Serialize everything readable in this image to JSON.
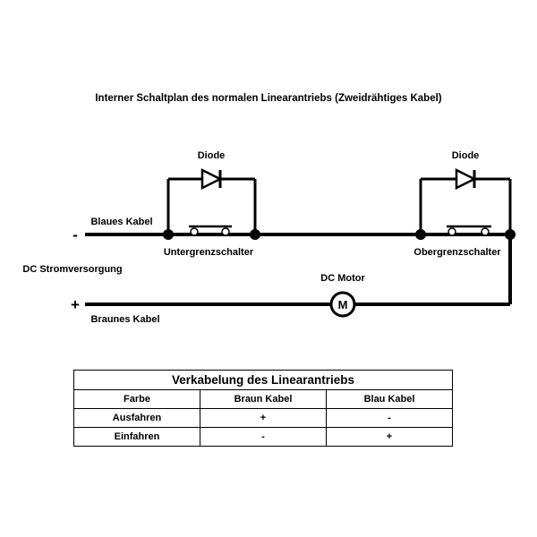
{
  "page": {
    "title": "Interner Schaltplan des normalen Linearantriebs (Zweidrähtiges Kabel)"
  },
  "diagram": {
    "labels": {
      "diode_left": "Diode",
      "diode_right": "Diode",
      "blue_cable": "Blaues Kabel",
      "brown_cable": "Braunes Kabel",
      "lower_limit_switch": "Untergrenzschalter",
      "upper_limit_switch": "Obergrenzschalter",
      "dc_power": "DC Stromversorgung",
      "dc_motor": "DC Motor",
      "motor_symbol": "M",
      "minus_sign": "-",
      "plus_sign": "+"
    },
    "colors": {
      "line": "#000000",
      "background": "#ffffff"
    }
  },
  "table": {
    "title": "Verkabelung des Linearantriebs",
    "headers": [
      "Farbe",
      "Braun Kabel",
      "Blau Kabel"
    ],
    "rows": [
      [
        "Ausfahren",
        "+",
        "-"
      ],
      [
        "Einfahren",
        "-",
        "+"
      ]
    ]
  }
}
